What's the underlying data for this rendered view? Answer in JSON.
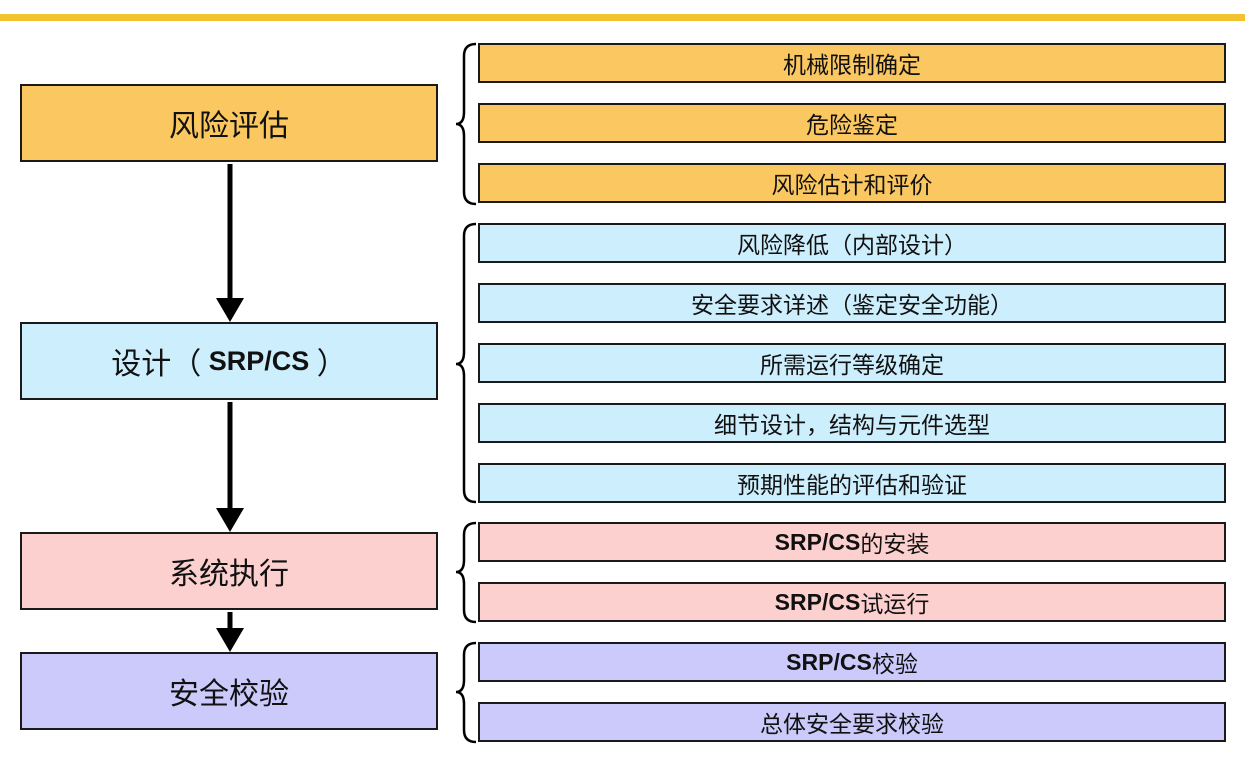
{
  "phases": [
    {
      "label": "风险评估"
    },
    {
      "label_prefix": "设计（",
      "label_code": " SRP/CS ",
      "label_suffix": "）"
    },
    {
      "label": "系统执行"
    },
    {
      "label": "安全校验"
    }
  ],
  "steps": {
    "risk_assessment": [
      {
        "label": "机械限制确定"
      },
      {
        "label": "危险鉴定"
      },
      {
        "label": "风险估计和评价"
      }
    ],
    "design": [
      {
        "label": "风险降低（内部设计）"
      },
      {
        "label": "安全要求详述（鉴定安全功能）"
      },
      {
        "label": "所需运行等级确定"
      },
      {
        "label": "细节设计，结构与元件选型"
      },
      {
        "label": "预期性能的评估和验证"
      }
    ],
    "implementation": [
      {
        "code": "SRP/CS",
        "label": "的安装"
      },
      {
        "code": "SRP/CS",
        "label": "试运行"
      }
    ],
    "validation": [
      {
        "code": "SRP/CS",
        "label": "校验"
      },
      {
        "label": "总体安全要求校验"
      }
    ]
  },
  "colors": {
    "accent_bar": "#f2c231",
    "risk_assessment": "#fbc760",
    "design": "#cdeefc",
    "implementation": "#fcd0cf",
    "validation": "#cbcafa",
    "border": "#1a1a1a"
  }
}
